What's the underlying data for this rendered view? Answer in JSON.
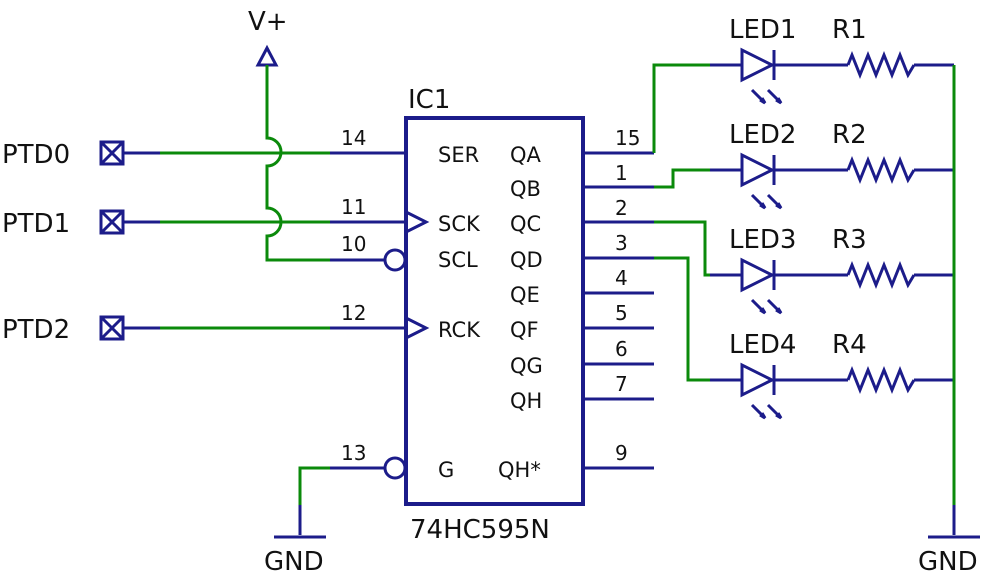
{
  "power": {
    "vplus": "V+",
    "gnd_left": "GND",
    "gnd_right": "GND"
  },
  "ic": {
    "name": "IC1",
    "part": "74HC595N",
    "left_pins": {
      "ser": "SER",
      "sck": "SCK",
      "scl": "SCL",
      "rck": "RCK",
      "g": "G"
    },
    "right_pins": {
      "qa": "QA",
      "qb": "QB",
      "qc": "QC",
      "qd": "QD",
      "qe": "QE",
      "qf": "QF",
      "qg": "QG",
      "qh": "QH",
      "qhs": "QH*"
    },
    "pin_numbers": {
      "p14": "14",
      "p11": "11",
      "p10": "10",
      "p12": "12",
      "p13": "13",
      "p15": "15",
      "p1": "1",
      "p2": "2",
      "p3": "3",
      "p4": "4",
      "p5": "5",
      "p6": "6",
      "p7": "7",
      "p9": "9"
    }
  },
  "inputs": {
    "ptd0": "PTD0",
    "ptd1": "PTD1",
    "ptd2": "PTD2"
  },
  "leds": {
    "led1": "LED1",
    "led2": "LED2",
    "led3": "LED3",
    "led4": "LED4"
  },
  "resistors": {
    "r1": "R1",
    "r2": "R2",
    "r3": "R3",
    "r4": "R4"
  },
  "colors": {
    "wire_green": "#0b8a0b",
    "wire_blue": "#1c1c8a"
  }
}
